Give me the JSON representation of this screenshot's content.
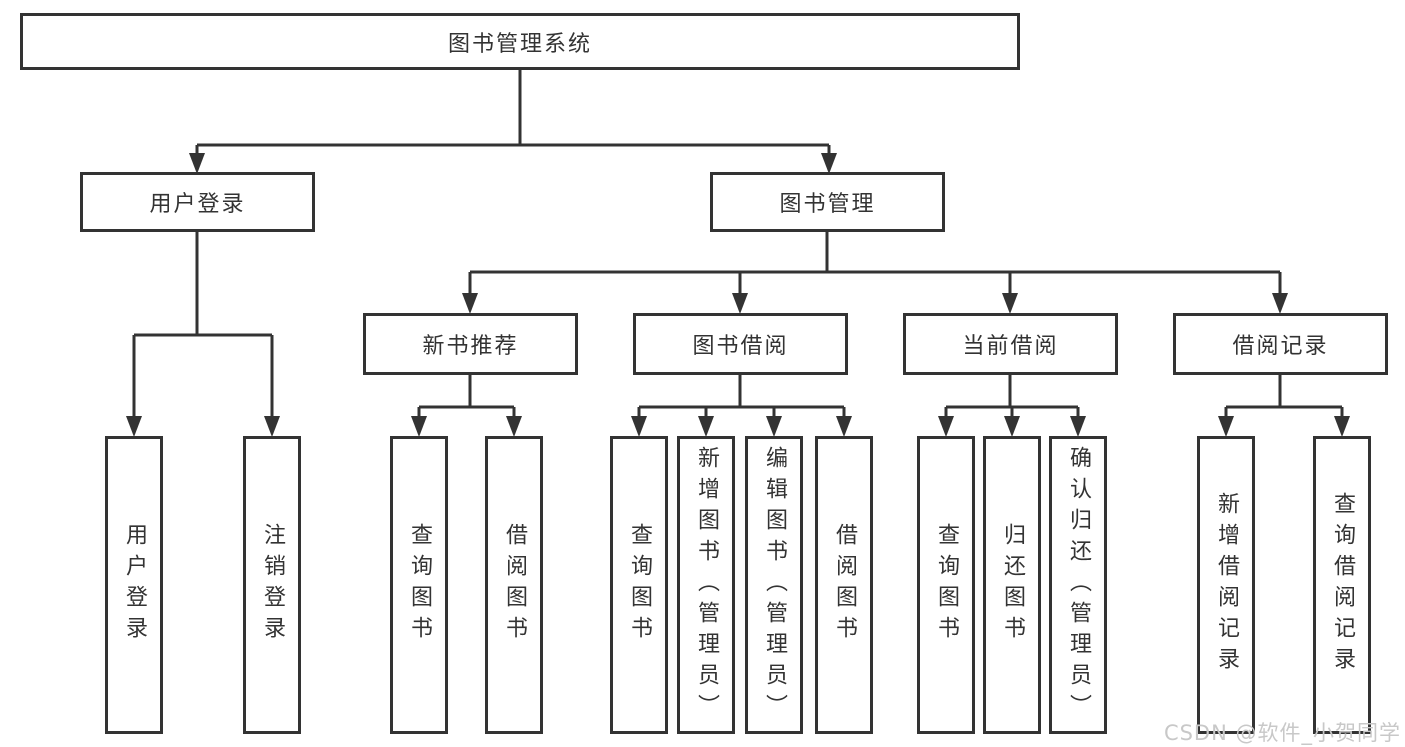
{
  "tree": {
    "root": "图书管理系统",
    "children": [
      {
        "label": "用户登录",
        "children": [
          {
            "label": "用户登录"
          },
          {
            "label": "注销登录"
          }
        ]
      },
      {
        "label": "图书管理",
        "children": [
          {
            "label": "新书推荐",
            "children": [
              {
                "label": "查询图书"
              },
              {
                "label": "借阅图书"
              }
            ]
          },
          {
            "label": "图书借阅",
            "children": [
              {
                "label": "查询图书"
              },
              {
                "label": "新增图书（管理员）"
              },
              {
                "label": "编辑图书（管理员）"
              },
              {
                "label": "借阅图书"
              }
            ]
          },
          {
            "label": "当前借阅",
            "children": [
              {
                "label": "查询图书"
              },
              {
                "label": "归还图书"
              },
              {
                "label": "确认归还（管理员）"
              }
            ]
          },
          {
            "label": "借阅记录",
            "children": [
              {
                "label": "新增借阅记录"
              },
              {
                "label": "查询借阅记录"
              }
            ]
          }
        ]
      }
    ]
  },
  "watermark": "CSDN @软件_小贺同学",
  "colors": {
    "line": "#333333",
    "box_border": "#333333",
    "text": "#333333",
    "watermark": "#c8c8c8",
    "background": "#ffffff"
  }
}
